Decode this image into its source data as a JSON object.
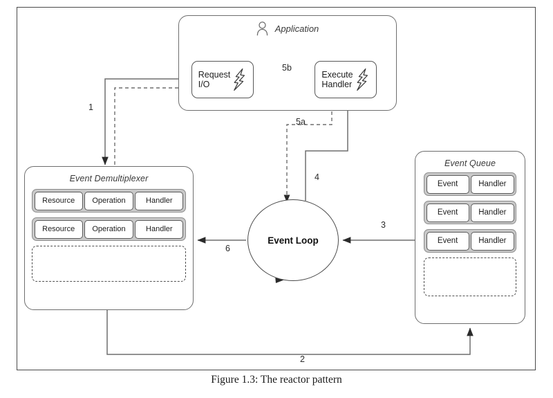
{
  "figure": {
    "caption": "Figure 1.3: The reactor pattern"
  },
  "application": {
    "title": "Application",
    "icon": "person-icon",
    "request_io": {
      "line1": "Request",
      "line2": "I/O",
      "icon": "lightning-bolt-icon"
    },
    "execute_handler": {
      "line1": "Execute",
      "line2": "Handler",
      "icon": "lightning-bolt-icon"
    }
  },
  "demultiplexer": {
    "title": "Event Demultiplexer",
    "columns": [
      "Resource",
      "Operation",
      "Handler"
    ],
    "rows": [
      [
        "Resource",
        "Operation",
        "Handler"
      ],
      [
        "Resource",
        "Operation",
        "Handler"
      ]
    ],
    "placeholder": ""
  },
  "event_loop": {
    "label": "Event Loop"
  },
  "event_queue": {
    "title": "Event Queue",
    "columns": [
      "Event",
      "Handler"
    ],
    "rows": [
      [
        "Event",
        "Handler"
      ],
      [
        "Event",
        "Handler"
      ],
      [
        "Event",
        "Handler"
      ]
    ],
    "placeholder": ""
  },
  "steps": {
    "s1": "1",
    "s2": "2",
    "s3": "3",
    "s4": "4",
    "s5a": "5a",
    "s5b": "5b",
    "s6": "6"
  },
  "colors": {
    "stroke": "#6e6e6e",
    "stroke_dark": "#3c3c3c",
    "row_fill": "#c9c9c9",
    "text": "#1d1d1d",
    "frame": "#4a4a4a"
  }
}
